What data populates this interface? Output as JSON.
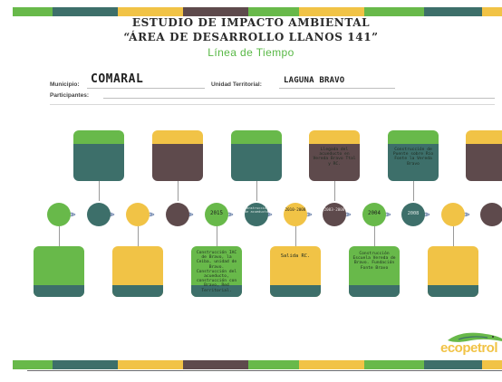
{
  "header": {
    "title_line1": "ESTUDIO DE IMPACTO AMBIENTAL",
    "title_line2": "“ÁREA DE DESARROLLO LLANOS 141”",
    "subtitle": "Línea de Tiempo"
  },
  "form": {
    "municipio_label": "Municipio:",
    "municipio_value": "COMARAL",
    "unidad_label": "Unidad Territorial:",
    "unidad_value": "LAGUNA BRAVO",
    "participantes_label": "Participantes:"
  },
  "timeline": {
    "top_notes": {
      "card4": "Llegada del acueducto en Vereda Bravo Ttal y RC.",
      "card5": "Construcción de Puente sobre Río Fonte la Vereda Bravo"
    },
    "circle_labels": {
      "c5": "2015",
      "c6": "Construcción de acueducto",
      "c7": "2010-2008",
      "c8": "2003-2008",
      "c9": "2004",
      "c10": "2008"
    },
    "bottom_notes": {
      "card3": "Construcción IAC de Bravo, la Ceiba, unidad de Bravo. Construcción del acueducto, construcción con Bravo, Red Territorial.",
      "card4": "Salida RC.",
      "card5": "Construcción Escuela Vereda de Bravo. Fundación Fonte Bravo"
    }
  },
  "footer": {
    "logo_text": "ecopetrol"
  },
  "colors": {
    "green": "#68b94a",
    "teal": "#3d6f6a",
    "yellow": "#f1c346",
    "brown": "#5e4a4c",
    "text_green": "#58b845"
  }
}
